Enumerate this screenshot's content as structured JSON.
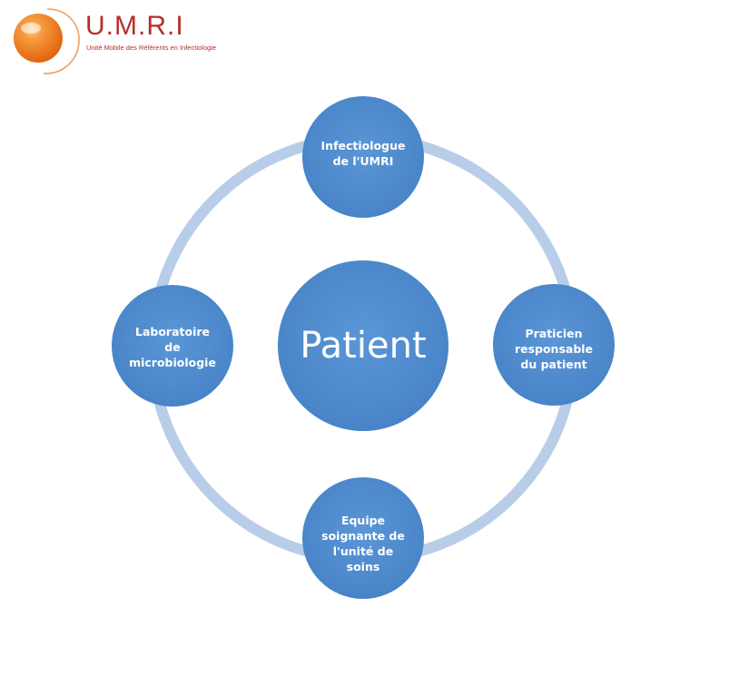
{
  "logo": {
    "title": "U.M.R.I",
    "subtitle": "Unité Mobile des Référents en Infectiologie"
  },
  "diagram": {
    "center": "Patient",
    "nodes": {
      "top": "Infectiologue\nde l'UMRI",
      "right": "Praticien\nresponsable\ndu patient",
      "bottom": "Equipe\nsoignante de\nl'unité de\nsoins",
      "left": "Laboratoire\nde\nmicrobiologie"
    }
  },
  "colors": {
    "node_fill": "#4f8ccf",
    "ring": "#b8cde8",
    "brand": "#b5302a",
    "logo_orange": "#f07d1e"
  }
}
